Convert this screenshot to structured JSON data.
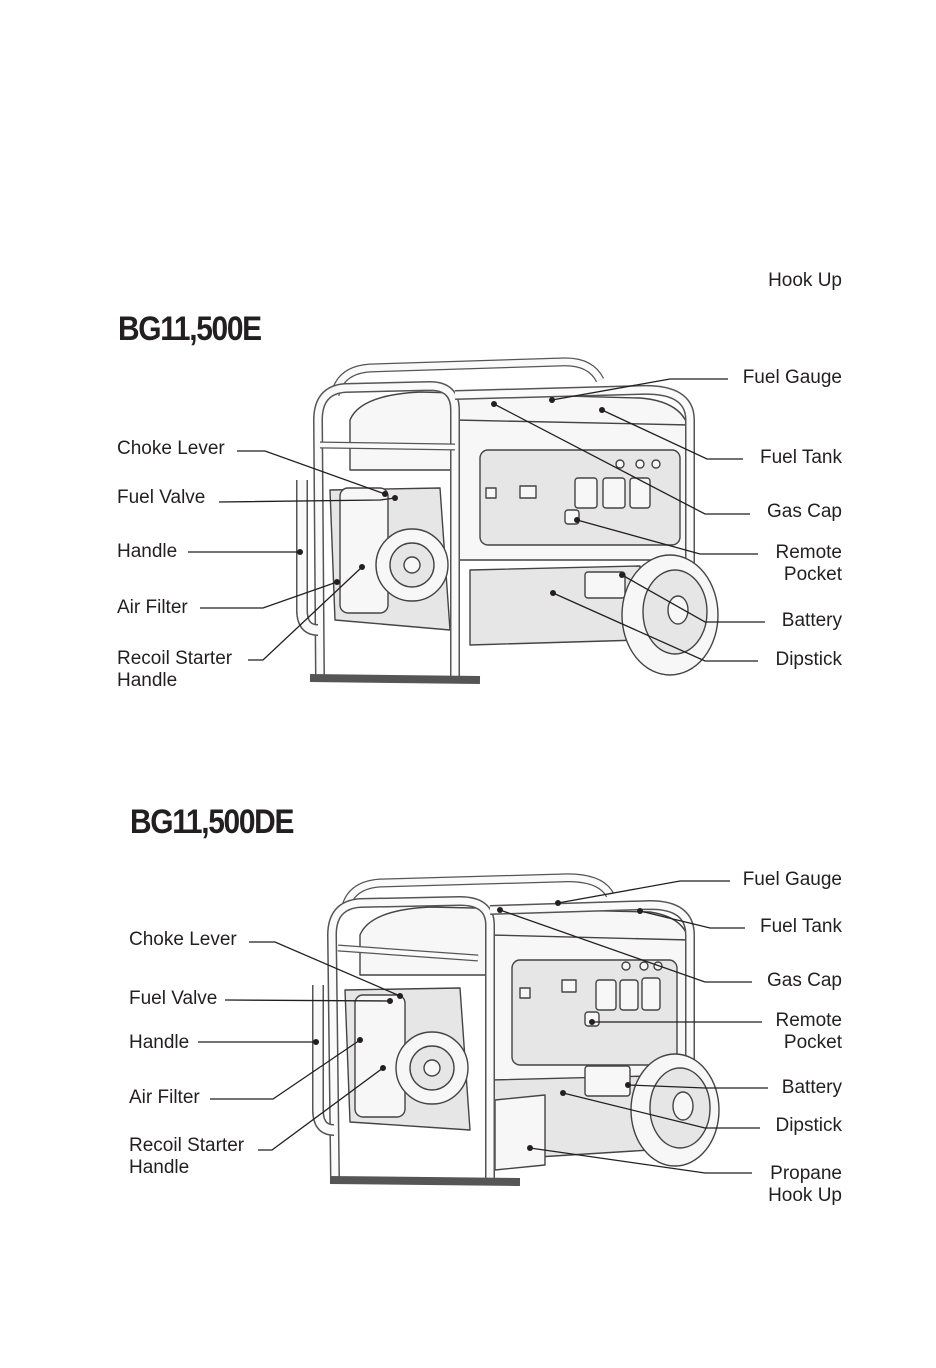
{
  "top_fragment": "Hook Up",
  "diagrams": [
    {
      "model": "BG11,500E",
      "labels": {
        "choke_lever": "Choke Lever",
        "fuel_valve": "Fuel Valve",
        "handle": "Handle",
        "air_filter": "Air Filter",
        "recoil_starter": "Recoil Starter",
        "recoil_starter_2": "Handle",
        "fuel_gauge": "Fuel Gauge",
        "fuel_tank": "Fuel Tank",
        "gas_cap": "Gas Cap",
        "remote_pocket_1": "Remote",
        "remote_pocket_2": "Pocket",
        "battery": "Battery",
        "dipstick": "Dipstick"
      }
    },
    {
      "model": "BG11,500DE",
      "labels": {
        "choke_lever": "Choke Lever",
        "fuel_valve": "Fuel Valve",
        "handle": "Handle",
        "air_filter": "Air Filter",
        "recoil_starter_1": "Recoil Starter",
        "recoil_starter_2": "Handle",
        "fuel_gauge": "Fuel Gauge",
        "fuel_tank": "Fuel Tank",
        "gas_cap": "Gas Cap",
        "remote_pocket_1": "Remote",
        "remote_pocket_2": "Pocket",
        "battery": "Battery",
        "dipstick": "Dipstick",
        "propane_1": "Propane",
        "propane_2": "Hook Up"
      }
    }
  ]
}
